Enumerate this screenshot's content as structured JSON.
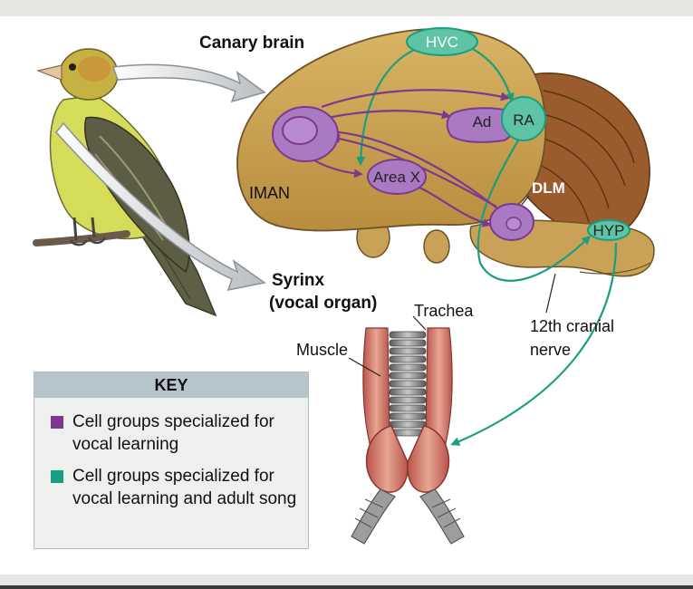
{
  "labels": {
    "canary_brain": "Canary brain",
    "syrinx_line1": "Syrinx",
    "syrinx_line2": "(vocal organ)",
    "trachea": "Trachea",
    "muscle": "Muscle",
    "cranial_line1": "12th cranial",
    "cranial_line2": "nerve"
  },
  "nodes": {
    "hvc": "HVC",
    "ad": "Ad",
    "ra": "RA",
    "iman": "IMAN",
    "area_x": "Area X",
    "dlm": "DLM",
    "hyp": "HYP"
  },
  "key": {
    "title": "KEY",
    "purple_text": "Cell groups specialized for vocal learning",
    "green_text": "Cell groups specialized for vocal learning and adult song"
  },
  "colors": {
    "purple": "#7b3a8f",
    "purple_fill": "#a979c2",
    "green": "#1a9e80",
    "green_fill": "#5fc3a5",
    "brain": "#caa253",
    "cerebellum": "#9b5c2d"
  },
  "icons": [
    "canary-bird",
    "brain",
    "syrinx-trachea",
    "pointer-arrow"
  ]
}
